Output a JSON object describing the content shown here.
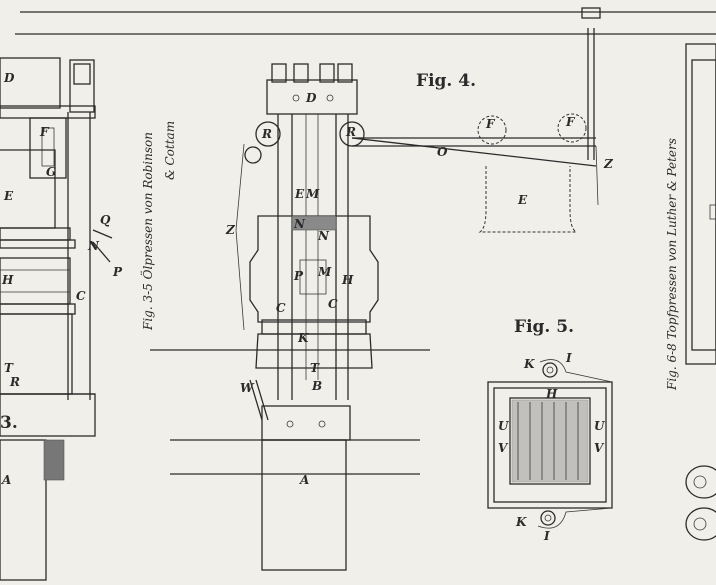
{
  "figures": {
    "fig4": "Fig. 4.",
    "fig5": "Fig. 5.",
    "fig3": "3."
  },
  "captions": {
    "left": [
      "Fig. 3-5 Ölpressen von Robinson",
      "& Cottam"
    ],
    "right": "Fig. 6-8 Topfpressen von Luther & Peters"
  },
  "labels": {
    "fig3": [
      "D",
      "F",
      "G",
      "E",
      "Q",
      "N",
      "H",
      "P",
      "C",
      "T",
      "R",
      "A"
    ],
    "fig4": [
      "D",
      "R",
      "R",
      "F",
      "F",
      "O",
      "Z",
      "Z",
      "E",
      "E",
      "M",
      "N",
      "N",
      "P",
      "M",
      "H",
      "C",
      "C",
      "K",
      "T",
      "B",
      "W",
      "A"
    ],
    "fig5": [
      "K",
      "I",
      "H",
      "U",
      "U",
      "V",
      "V",
      "K",
      "I"
    ]
  },
  "colors": {
    "paper": "#f1efe9",
    "ink": "#2b2b2b"
  }
}
